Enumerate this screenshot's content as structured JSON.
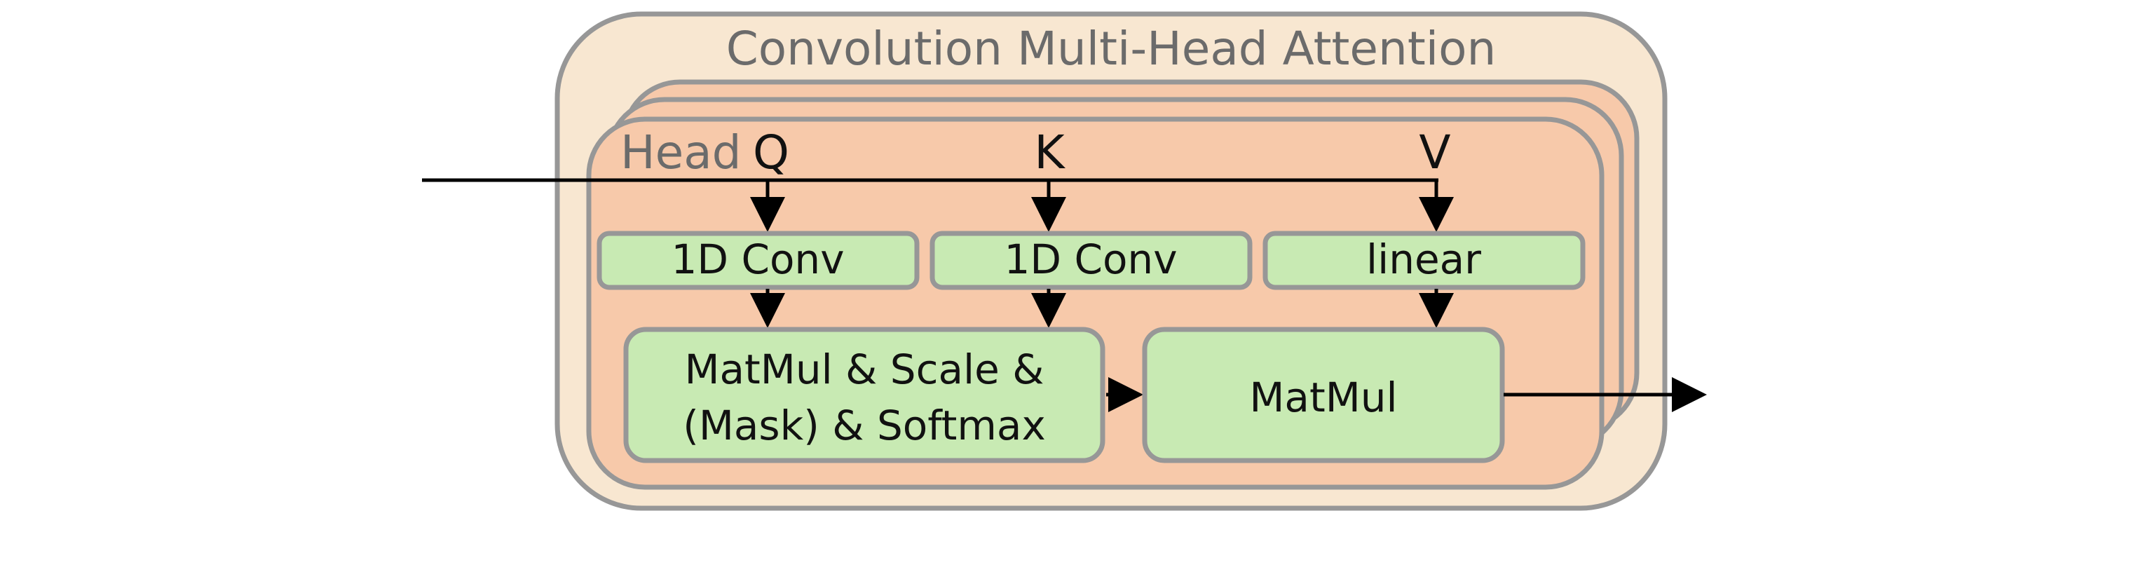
{
  "title": "Convolution Multi-Head Attention",
  "head_label": "Head",
  "inputs": {
    "q": "Q",
    "k": "K",
    "v": "V"
  },
  "blocks": {
    "q_proj": "1D Conv",
    "k_proj": "1D Conv",
    "v_proj": "linear",
    "attention_line1": "MatMul & Scale &",
    "attention_line2": "(Mask) & Softmax",
    "matmul": "MatMul"
  },
  "colors": {
    "outer_fill": "#f8e7d1",
    "head_fill": "#f7c9aa",
    "block_fill": "#c8eab3",
    "border": "#979797",
    "title_text": "#6b6b6b",
    "text": "#111111",
    "arrow": "#000000"
  }
}
